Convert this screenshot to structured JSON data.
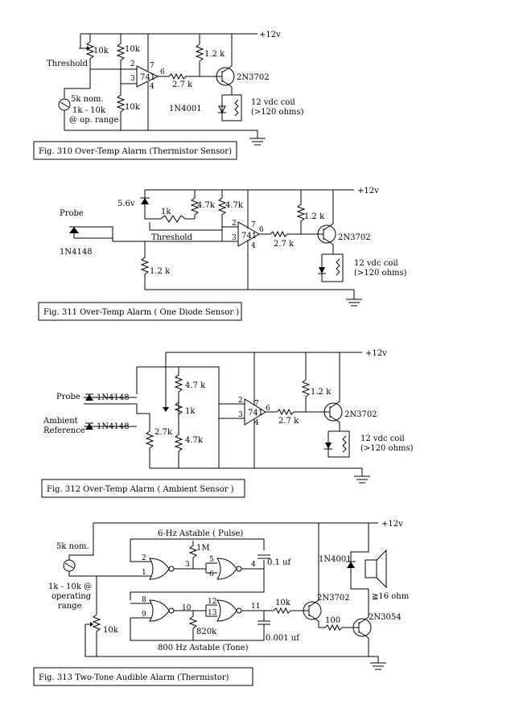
{
  "fig310": {
    "caption": "Fig. 310   Over-Temp Alarm  (Thermistor Sensor)",
    "supply": "+12v",
    "labels": {
      "threshold": "Threshold",
      "r10k_a": "10k",
      "r10k_b": "10k",
      "r10k_c": "10k",
      "r1_2k": "1.2 k",
      "r2_7k": "2.7 k",
      "transistor": "2N3702",
      "diode": "1N4001",
      "op": "741",
      "pin2": "2",
      "pin3": "3",
      "pin4": "4",
      "pin6": "6",
      "pin7": "7",
      "therm1": "5k nom.",
      "therm2": "1k - 10k",
      "therm3": "@ op. range",
      "coil1": "12 vdc coil",
      "coil2": "(>120 ohms)"
    }
  },
  "fig311": {
    "caption": "Fig. 311   Over-Temp Alarm  ( One Diode Sensor )",
    "supply": "+12v",
    "labels": {
      "zener": "5.6v",
      "r1k": "1k",
      "r4_7k_a": "4.7k",
      "r4_7k_b": "4.7k",
      "probe": "Probe",
      "threshold": "Threshold",
      "diode": "1N4148",
      "r1_2k_a": "1.2 k",
      "r1_2k_b": "1.2 k",
      "r2_7k": "2.7 k",
      "transistor": "2N3702",
      "op": "741",
      "pin2": "2",
      "pin3": "3",
      "pin4": "4",
      "pin6": "6",
      "pin7": "7",
      "coil1": "12 vdc coil",
      "coil2": "(>120 ohms)"
    }
  },
  "fig312": {
    "caption": "Fig. 312   Over-Temp Alarm  (  Ambient Sensor  )",
    "supply": "+12v",
    "labels": {
      "probe": "Probe",
      "ambient1": "Ambient",
      "ambient2": "Reference",
      "diode_a": "1N4148",
      "diode_b": "1N4148",
      "r4_7k_a": "4.7 k",
      "r4_7k_b": "4.7k",
      "r1k": "1k",
      "r2_7k_a": "2.7k",
      "r2_7k_b": "2.7 k",
      "r1_2k": "1.2 k",
      "transistor": "2N3702",
      "op": "741",
      "pin2": "2",
      "pin3": "3",
      "pin4": "4",
      "pin6": "6",
      "pin7": "7",
      "coil1": "12 vdc coil",
      "coil2": "(>120 ohms)"
    }
  },
  "fig313": {
    "caption": "Fig. 313   Two-Tone Audible Alarm (Thermistor)",
    "supply": "+12v",
    "labels": {
      "therm1": "5k nom.",
      "range1": "1k - 10k @",
      "range2": "operating",
      "range3": "range",
      "r10k_pot": "10k",
      "astable1": "6-Hz Astable ( Pulse)",
      "astable2": "800 Hz Astable (Tone)",
      "r1m": "1M",
      "r820k": "820k",
      "c1": "0.1 uf",
      "c2": "0.001 uf",
      "r10k": "10k",
      "r100": "100",
      "t1": "2N3702",
      "t2": "2N3054",
      "diode": "1N4001",
      "spk": "≧16 ohm",
      "p1": "1",
      "p2": "2",
      "p3": "3",
      "p4": "4",
      "p5": "5",
      "p6": "6",
      "p8": "8",
      "p9": "9",
      "p10": "10",
      "p11": "11",
      "p12": "12",
      "p13": "13"
    }
  }
}
